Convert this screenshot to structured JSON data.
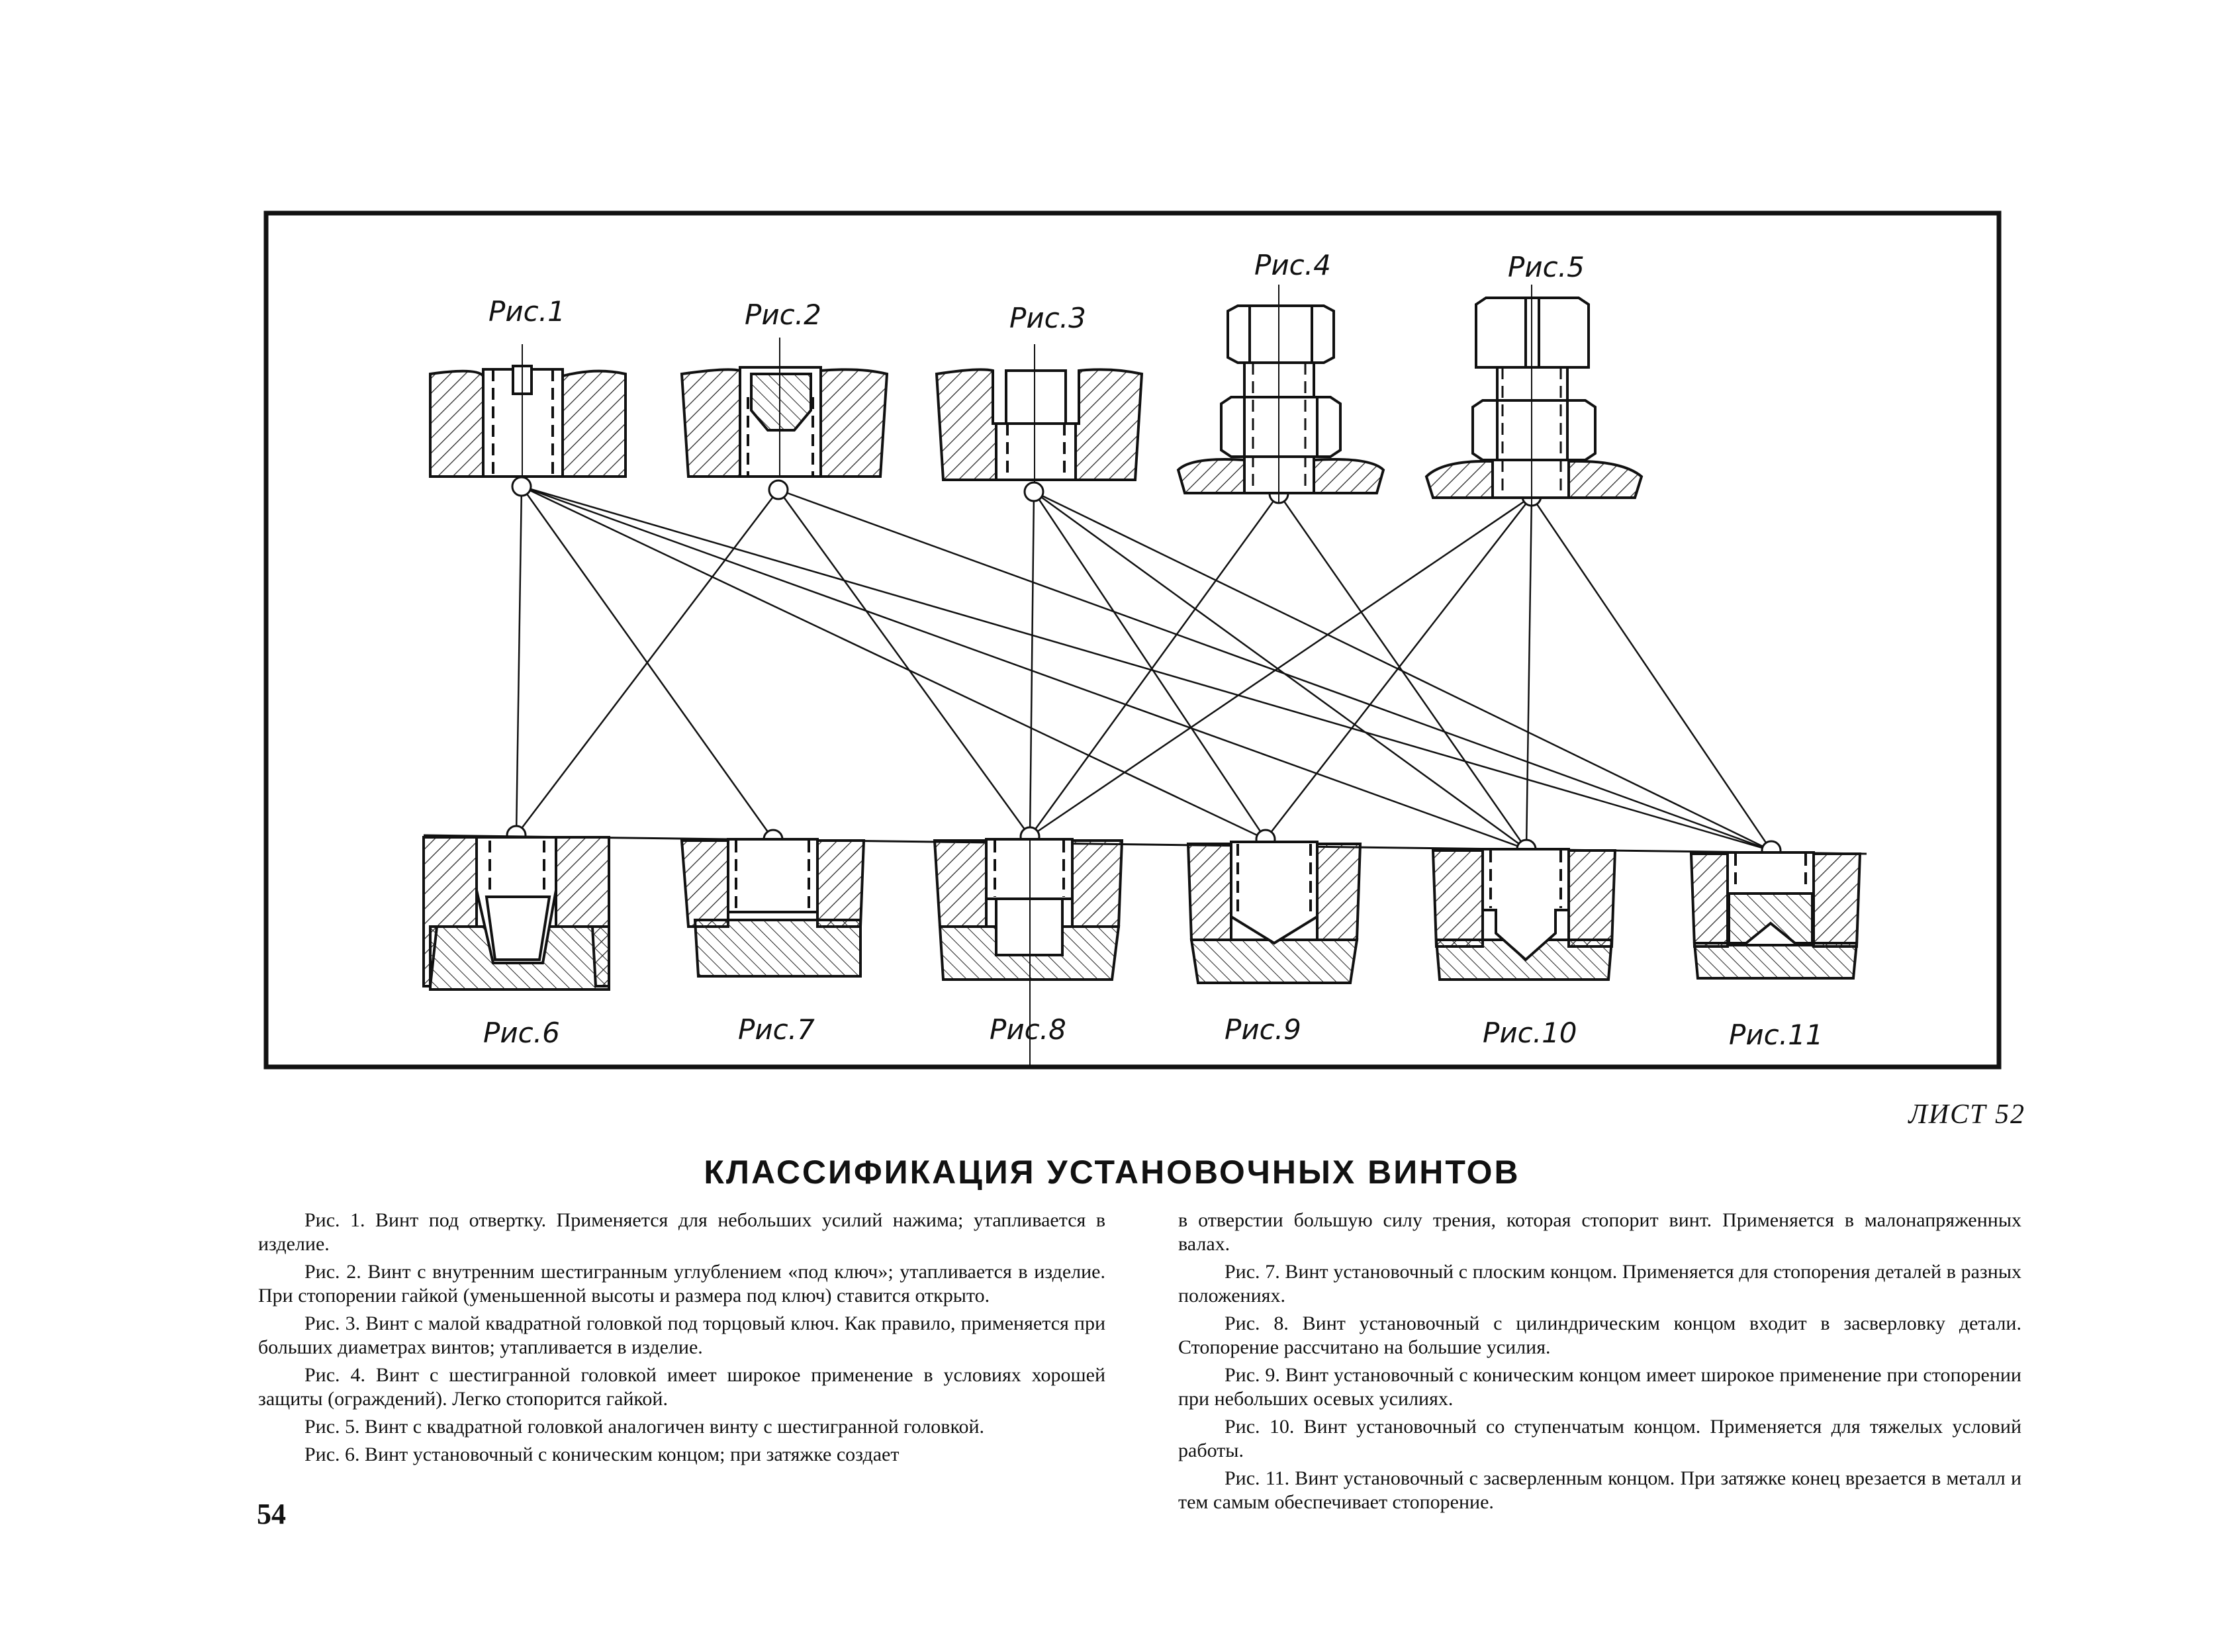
{
  "figure_labels": {
    "fig1": "Рис.1",
    "fig2": "Рис.2",
    "fig3": "Рис.3",
    "fig4": "Рис.4",
    "fig5": "Рис.5",
    "fig6": "Рис.6",
    "fig7": "Рис.7",
    "fig8": "Рис.8",
    "fig9": "Рис.9",
    "fig10": "Рис.10",
    "fig11": "Рис.11"
  },
  "sheet_label": "ЛИСТ 52",
  "title": "КЛАССИФИКАЦИЯ УСТАНОВОЧНЫХ ВИНТОВ",
  "left_column": [
    "Рис. 1. Винт под отвертку. Применяется для небольших усилий нажима; утапливается в изделие.",
    "Рис. 2. Винт с внутренним шестигранным углублением «под ключ»; утапливается в изделие. При стопорении гайкой (уменьшенной высоты и размера под ключ) ставится открыто.",
    "Рис. 3. Винт с малой квадратной головкой под торцовый ключ. Как правило, применяется при больших диаметрах винтов; утапливается в изделие.",
    "Рис. 4. Винт с шестигранной головкой имеет широкое применение в условиях хорошей защиты (ограждений). Легко стопорится гайкой.",
    "Рис. 5. Винт с квадратной головкой аналогичен винту с шестигранной головкой.",
    "Рис. 6. Винт установочный с коническим концом; при затяжке создает"
  ],
  "right_column": [
    "в отверстии большую силу трения, которая стопорит винт. Применяется в малонапряженных валах.",
    "Рис. 7. Винт установочный с плоским концом. Применяется для стопорения деталей в разных положениях.",
    "Рис. 8. Винт установочный с цилиндрическим концом входит в засверловку детали. Стопорение рассчитано на большие усилия.",
    "Рис. 9. Винт установочный с коническим концом имеет широкое применение при стопорении при небольших осевых усилиях.",
    "Рис. 10. Винт установочный со ступенчатым концом. Применяется для тяжелых условий работы.",
    "Рис. 11. Винт установочный с засверленным концом. При затяжке конец врезается в металл и тем самым обеспечивает стопорение."
  ],
  "page_number": "54"
}
